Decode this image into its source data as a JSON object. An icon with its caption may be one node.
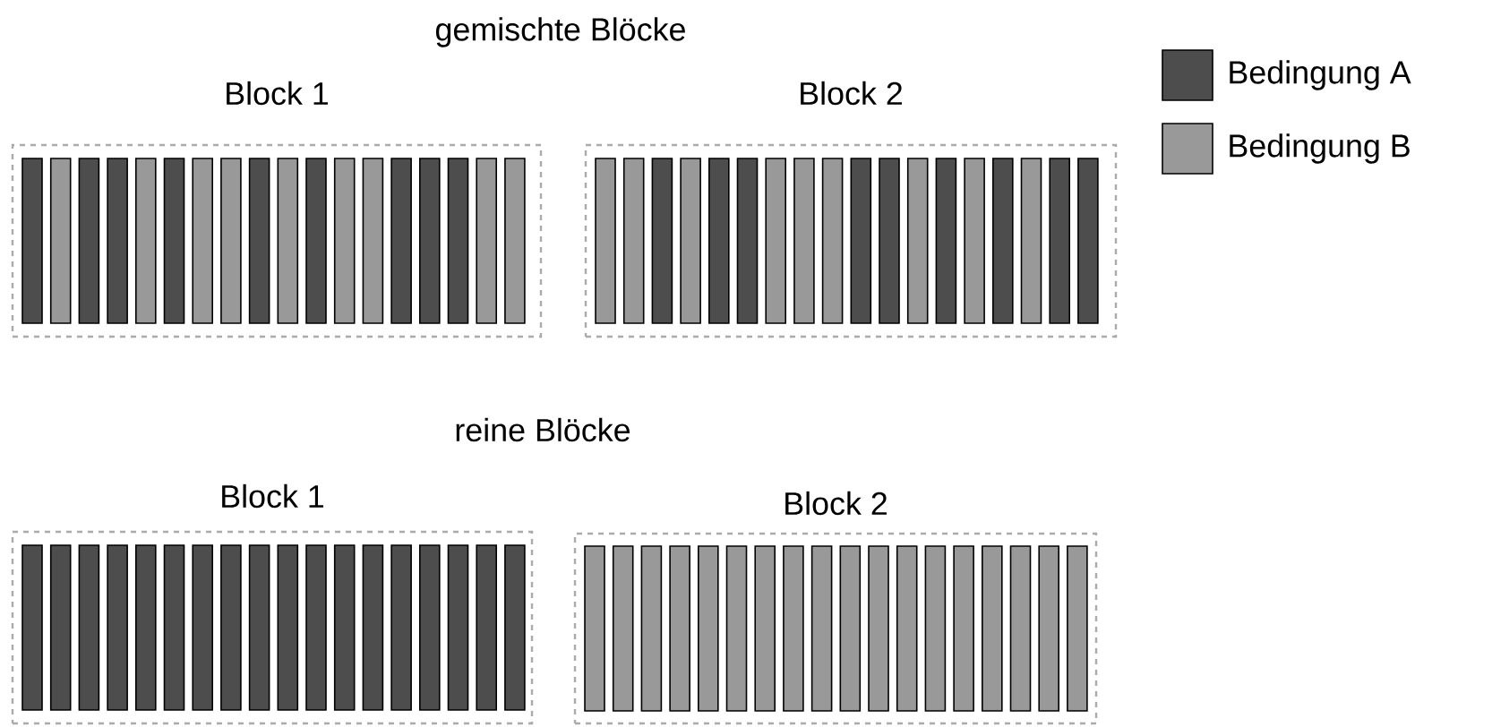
{
  "diagram": {
    "nodes": [
      {
        "text": [
          "Block 1"
        ]
      },
      {
        "text": [
          "Block 2"
        ]
      },
      {
        "text": [
          "Block 1"
        ]
      },
      {
        "text": [
          "Block 2"
        ]
      }
    ],
    "labels": [
      "gemischte Blöcke",
      "reine Blöcke"
    ],
    "legend": [
      {
        "text": "Bedingung A",
        "color": "#4d4d4d"
      },
      {
        "text": "Bedingung B",
        "color": "#999999"
      }
    ]
  }
}
